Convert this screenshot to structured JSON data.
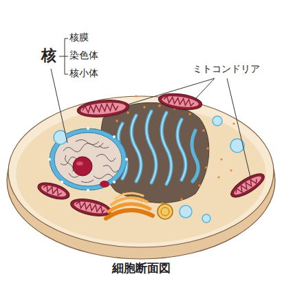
{
  "diagram": {
    "caption": "細胞断面図",
    "labels": [
      "核",
      "核膜",
      "染色体",
      "核小体",
      "ミトコンドリア"
    ]
  }
}
